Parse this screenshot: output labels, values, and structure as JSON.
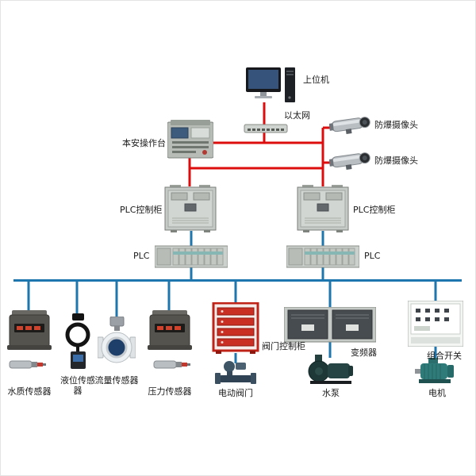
{
  "colors": {
    "network_line": "#dd0d0d",
    "field_line": "#1d76ad"
  },
  "nodes": {
    "host_pc": {
      "label": "上位机"
    },
    "ethernet_switch": {
      "label": "以太网"
    },
    "safety_console": {
      "label": "本安操作台"
    },
    "camera_1": {
      "label": "防爆摄像头"
    },
    "camera_2": {
      "label": "防爆摄像头"
    },
    "plc_cabinet_left": {
      "label": "PLC控制柜"
    },
    "plc_cabinet_right": {
      "label": "PLC控制柜"
    },
    "plc_left": {
      "label": "PLC"
    },
    "plc_right": {
      "label": "PLC"
    },
    "water_quality_sensor": {
      "label": "水质传感器"
    },
    "level_sensor": {
      "label": "液位传感器"
    },
    "flow_sensor": {
      "label": "流量传感器"
    },
    "pressure_sensor": {
      "label": "压力传感器"
    },
    "valve_control_cabinet": {
      "label": "阀门控制柜"
    },
    "electric_valve": {
      "label": "电动阀门"
    },
    "vfd": {
      "label": "变频器"
    },
    "water_pump": {
      "label": "水泵"
    },
    "combination_switch": {
      "label": "组合开关"
    },
    "motor": {
      "label": "电机"
    }
  },
  "edges": [
    {
      "from": "host_pc",
      "to": "ethernet_switch",
      "type": "network"
    },
    {
      "from": "ethernet_switch",
      "to": "safety_console",
      "type": "network"
    },
    {
      "from": "ethernet_switch",
      "to": "camera_1",
      "type": "network"
    },
    {
      "from": "ethernet_switch",
      "to": "camera_2",
      "type": "network"
    },
    {
      "from": "safety_console",
      "to": "plc_cabinet_left",
      "type": "network"
    },
    {
      "from": "ethernet_switch",
      "to": "plc_cabinet_right",
      "type": "network"
    },
    {
      "from": "plc_cabinet_left",
      "to": "plc_left",
      "type": "field"
    },
    {
      "from": "plc_cabinet_right",
      "to": "plc_right",
      "type": "field"
    },
    {
      "from": "plc_left",
      "to": "field_bus",
      "type": "field"
    },
    {
      "from": "plc_right",
      "to": "field_bus",
      "type": "field"
    },
    {
      "from": "field_bus",
      "to": "water_quality_sensor",
      "type": "field"
    },
    {
      "from": "field_bus",
      "to": "level_sensor",
      "type": "field"
    },
    {
      "from": "field_bus",
      "to": "flow_sensor",
      "type": "field"
    },
    {
      "from": "field_bus",
      "to": "pressure_sensor",
      "type": "field"
    },
    {
      "from": "field_bus",
      "to": "valve_control_cabinet",
      "type": "field"
    },
    {
      "from": "valve_control_cabinet",
      "to": "electric_valve",
      "type": "field"
    },
    {
      "from": "field_bus",
      "to": "vfd",
      "type": "field"
    },
    {
      "from": "vfd",
      "to": "water_pump",
      "type": "field"
    },
    {
      "from": "field_bus",
      "to": "combination_switch",
      "type": "field"
    },
    {
      "from": "combination_switch",
      "to": "motor",
      "type": "field"
    }
  ]
}
